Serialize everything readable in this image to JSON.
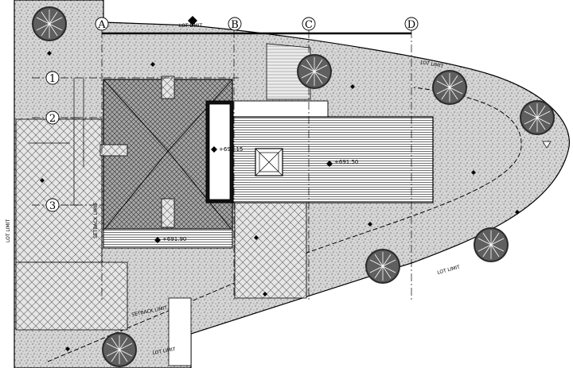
{
  "drawing": {
    "grid_labels": [
      "A",
      "B",
      "C",
      "D"
    ],
    "row_labels": [
      "1",
      "2",
      "3"
    ],
    "lot_limit_labels": [
      "LOT LIMIT",
      "LOT LIMIT",
      "LOT LIMIT",
      "LOT LIMIT",
      "LOT LIMIT"
    ],
    "setback_labels": [
      "SETBACK LIMIT",
      "SETBACK LIMIT"
    ],
    "elevations": [
      "+697.15",
      "+691.50",
      "+691.90"
    ]
  }
}
